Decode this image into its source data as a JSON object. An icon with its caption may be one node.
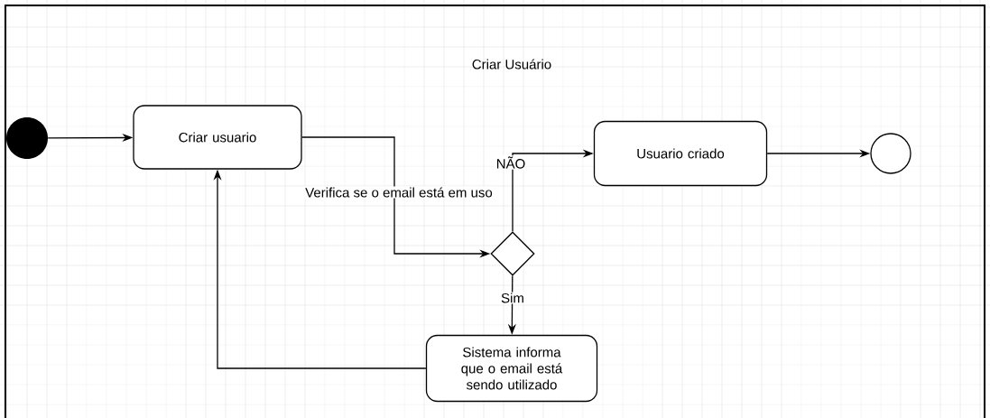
{
  "diagram": {
    "title": "Criar Usuário",
    "nodes": [
      {
        "text": [],
        "shape": "circle"
      },
      {
        "text": [
          "Criar usuario"
        ]
      },
      {
        "text": [],
        "shape": "diamond"
      },
      {
        "text": [
          "Usuario criado"
        ]
      },
      {
        "text": [],
        "shape": "circle"
      },
      {
        "text": [
          "Sistema informa que o email está sendo utilizado"
        ]
      }
    ],
    "edges": [
      {
        "from": 0,
        "to": 1,
        "arrow": "to"
      },
      {
        "from": 1,
        "to": 2,
        "arrow": "to",
        "label": "Verifica se o email está em uso"
      },
      {
        "from": 2,
        "to": 3,
        "arrow": "to",
        "label": "NÃO"
      },
      {
        "from": 2,
        "to": 5,
        "arrow": "to",
        "label": "Sim"
      },
      {
        "from": 5,
        "to": 1,
        "arrow": "to"
      },
      {
        "from": 3,
        "to": 4,
        "arrow": "to"
      }
    ]
  }
}
